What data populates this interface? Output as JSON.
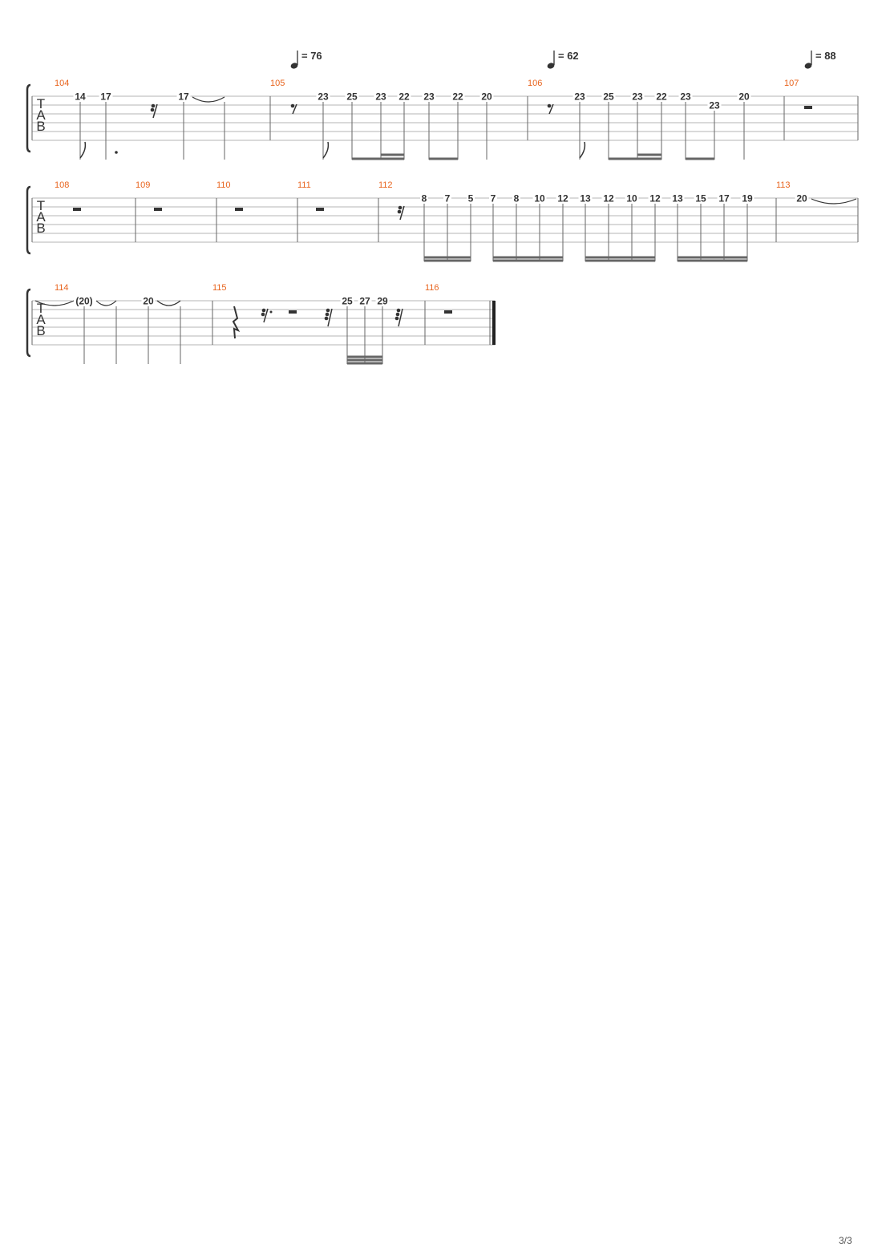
{
  "page": {
    "number": "3/3"
  },
  "colors": {
    "measure_number": "#e8641e",
    "ink": "#333333",
    "staff_line": "#b4b4b4",
    "bar_line": "#666666"
  },
  "tab_clef": [
    "T",
    "A",
    "B"
  ],
  "tempos": [
    {
      "bpm": "76",
      "label": "= 76"
    },
    {
      "bpm": "62",
      "label": "= 62"
    },
    {
      "bpm": "88",
      "label": "= 88"
    }
  ],
  "systems": [
    {
      "measures": [
        {
          "number": "104",
          "notes": [
            "14",
            "17",
            "17"
          ]
        },
        {
          "number": "105",
          "notes": [
            "23",
            "25",
            "23",
            "22",
            "23",
            "22",
            "20"
          ]
        },
        {
          "number": "106",
          "notes": [
            "23",
            "25",
            "23",
            "22",
            "23",
            "23",
            "20"
          ]
        },
        {
          "number": "107",
          "notes": []
        }
      ]
    },
    {
      "measures": [
        {
          "number": "108",
          "notes": []
        },
        {
          "number": "109",
          "notes": []
        },
        {
          "number": "110",
          "notes": []
        },
        {
          "number": "111",
          "notes": []
        },
        {
          "number": "112",
          "notes": [
            "8",
            "7",
            "5",
            "7",
            "8",
            "10",
            "12",
            "13",
            "12",
            "10",
            "12",
            "13",
            "15",
            "17",
            "19"
          ]
        },
        {
          "number": "113",
          "notes": [
            "20"
          ]
        }
      ]
    },
    {
      "measures": [
        {
          "number": "114",
          "notes": [
            "(20)",
            "20"
          ]
        },
        {
          "number": "115",
          "notes": [
            "25",
            "27",
            "29"
          ]
        },
        {
          "number": "116",
          "notes": []
        }
      ]
    }
  ]
}
